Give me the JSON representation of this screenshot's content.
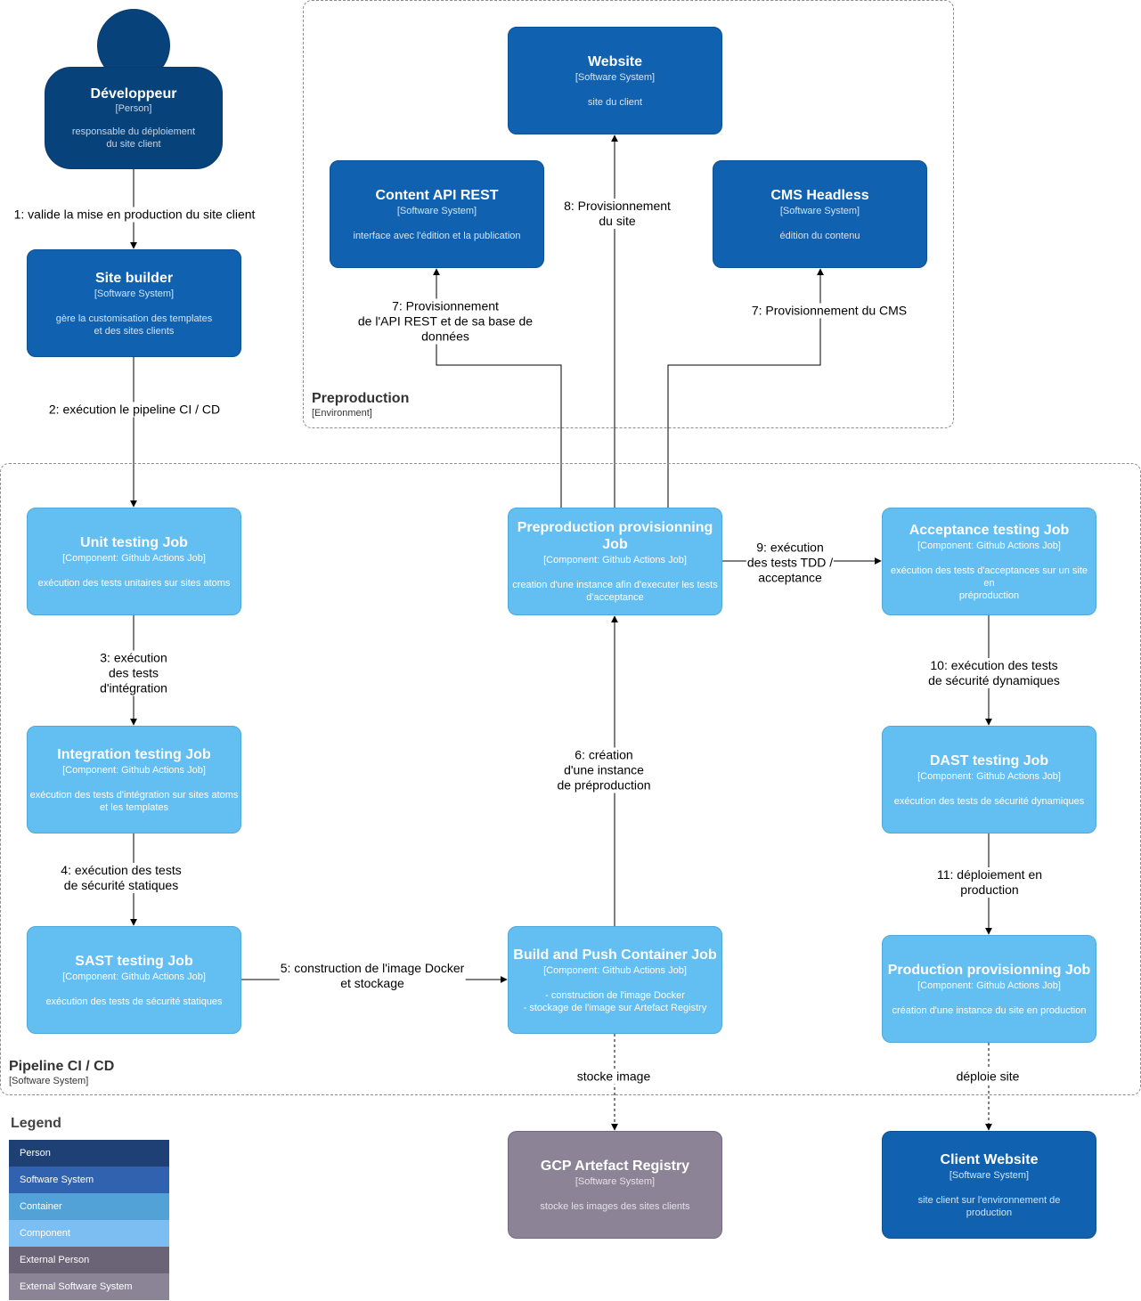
{
  "colors": {
    "person": "#08427b",
    "software_system": "#1061b0",
    "component": "#63bef2",
    "external_software_system": "#8c8496",
    "edge": "#000000"
  },
  "boundaries": {
    "preproduction": {
      "name": "Preproduction",
      "type": "[Environment]"
    },
    "pipeline": {
      "name": "Pipeline CI / CD",
      "type": "[Software System]"
    }
  },
  "nodes": {
    "developpeur": {
      "name": "Développeur",
      "type": "[Person]",
      "desc": "responsable du déploiement\ndu site client"
    },
    "site_builder": {
      "name": "Site builder",
      "type": "[Software System]",
      "desc": "gère la customisation des templates\net des sites clients"
    },
    "website": {
      "name": "Website",
      "type": "[Software System]",
      "desc": "site du client"
    },
    "content_api": {
      "name": "Content API REST",
      "type": "[Software System]",
      "desc": "interface avec l'édition et la publication"
    },
    "cms": {
      "name": "CMS Headless",
      "type": "[Software System]",
      "desc": "édition du contenu"
    },
    "unit": {
      "name": "Unit testing Job",
      "type": "[Component: Github Actions Job]",
      "desc": "exécution des tests unitaires sur sites atoms"
    },
    "integration": {
      "name": "Integration testing Job",
      "type": "[Component: Github Actions Job]",
      "desc": "exécution des tests d'intégration sur sites atoms\net les templates"
    },
    "sast": {
      "name": "SAST testing Job",
      "type": "[Component: Github Actions Job]",
      "desc": "exécution des tests de sécurité statiques"
    },
    "preprod_prov": {
      "name": "Preproduction provisionning\nJob",
      "type": "[Component: Github Actions Job]",
      "desc": "creation d'une instance afin d'executer les tests\nd'acceptance"
    },
    "build_push": {
      "name": "Build and Push Container Job",
      "type": "[Component: Github Actions Job]",
      "desc": "- construction de l'image Docker\n- stockage de l'image sur Artefact Registry"
    },
    "acceptance": {
      "name": "Acceptance testing Job",
      "type": "[Component: Github Actions Job]",
      "desc": "exécution des tests d'acceptances sur un site en\npréproduction"
    },
    "dast": {
      "name": "DAST testing Job",
      "type": "[Component: Github Actions Job]",
      "desc": "exécution des tests de sécurité dynamiques"
    },
    "prod_prov": {
      "name": "Production provisionning Job",
      "type": "[Component: Github Actions Job]",
      "desc": "création d'une instance du site en production"
    },
    "gcp_registry": {
      "name": "GCP Artefact Registry",
      "type": "[Software System]",
      "desc": "stocke les images des sites clients"
    },
    "client_website": {
      "name": "Client Website",
      "type": "[Software System]",
      "desc": "site client sur l'environnement de\nproduction"
    }
  },
  "edges": [
    {
      "id": "e1",
      "label": "1: valide la mise en production du site client"
    },
    {
      "id": "e2",
      "label": "2: exécution le pipeline CI / CD"
    },
    {
      "id": "e3",
      "label": "3: exécution\ndes tests\nd'intégration"
    },
    {
      "id": "e4",
      "label": "4: exécution des tests\nde sécurité statiques"
    },
    {
      "id": "e5",
      "label": "5: construction de l'image Docker\net stockage"
    },
    {
      "id": "e6",
      "label": "6: création\nd'une instance\nde préproduction"
    },
    {
      "id": "e7a",
      "label": "7: Provisionnement\nde l'API REST et de sa base de\ndonnées"
    },
    {
      "id": "e7b",
      "label": "7: Provisionnement du CMS"
    },
    {
      "id": "e8",
      "label": "8: Provisionnement\ndu site"
    },
    {
      "id": "e9",
      "label": "9: exécution\ndes tests TDD /\nacceptance"
    },
    {
      "id": "e10",
      "label": "10: exécution des tests\nde sécurité dynamiques"
    },
    {
      "id": "e11",
      "label": "11: déploiement en\nproduction"
    },
    {
      "id": "e12",
      "label": "stocke image"
    },
    {
      "id": "e13",
      "label": "déploie site"
    }
  ],
  "legend": {
    "title": "Legend",
    "items": [
      {
        "label": "Person",
        "color": "#1e4074"
      },
      {
        "label": "Software System",
        "color": "#3162af"
      },
      {
        "label": "Container",
        "color": "#52a2d8"
      },
      {
        "label": "Component",
        "color": "#7dbef2"
      },
      {
        "label": "External Person",
        "color": "#6b6477"
      },
      {
        "label": "External Software System",
        "color": "#8b8496"
      }
    ]
  }
}
